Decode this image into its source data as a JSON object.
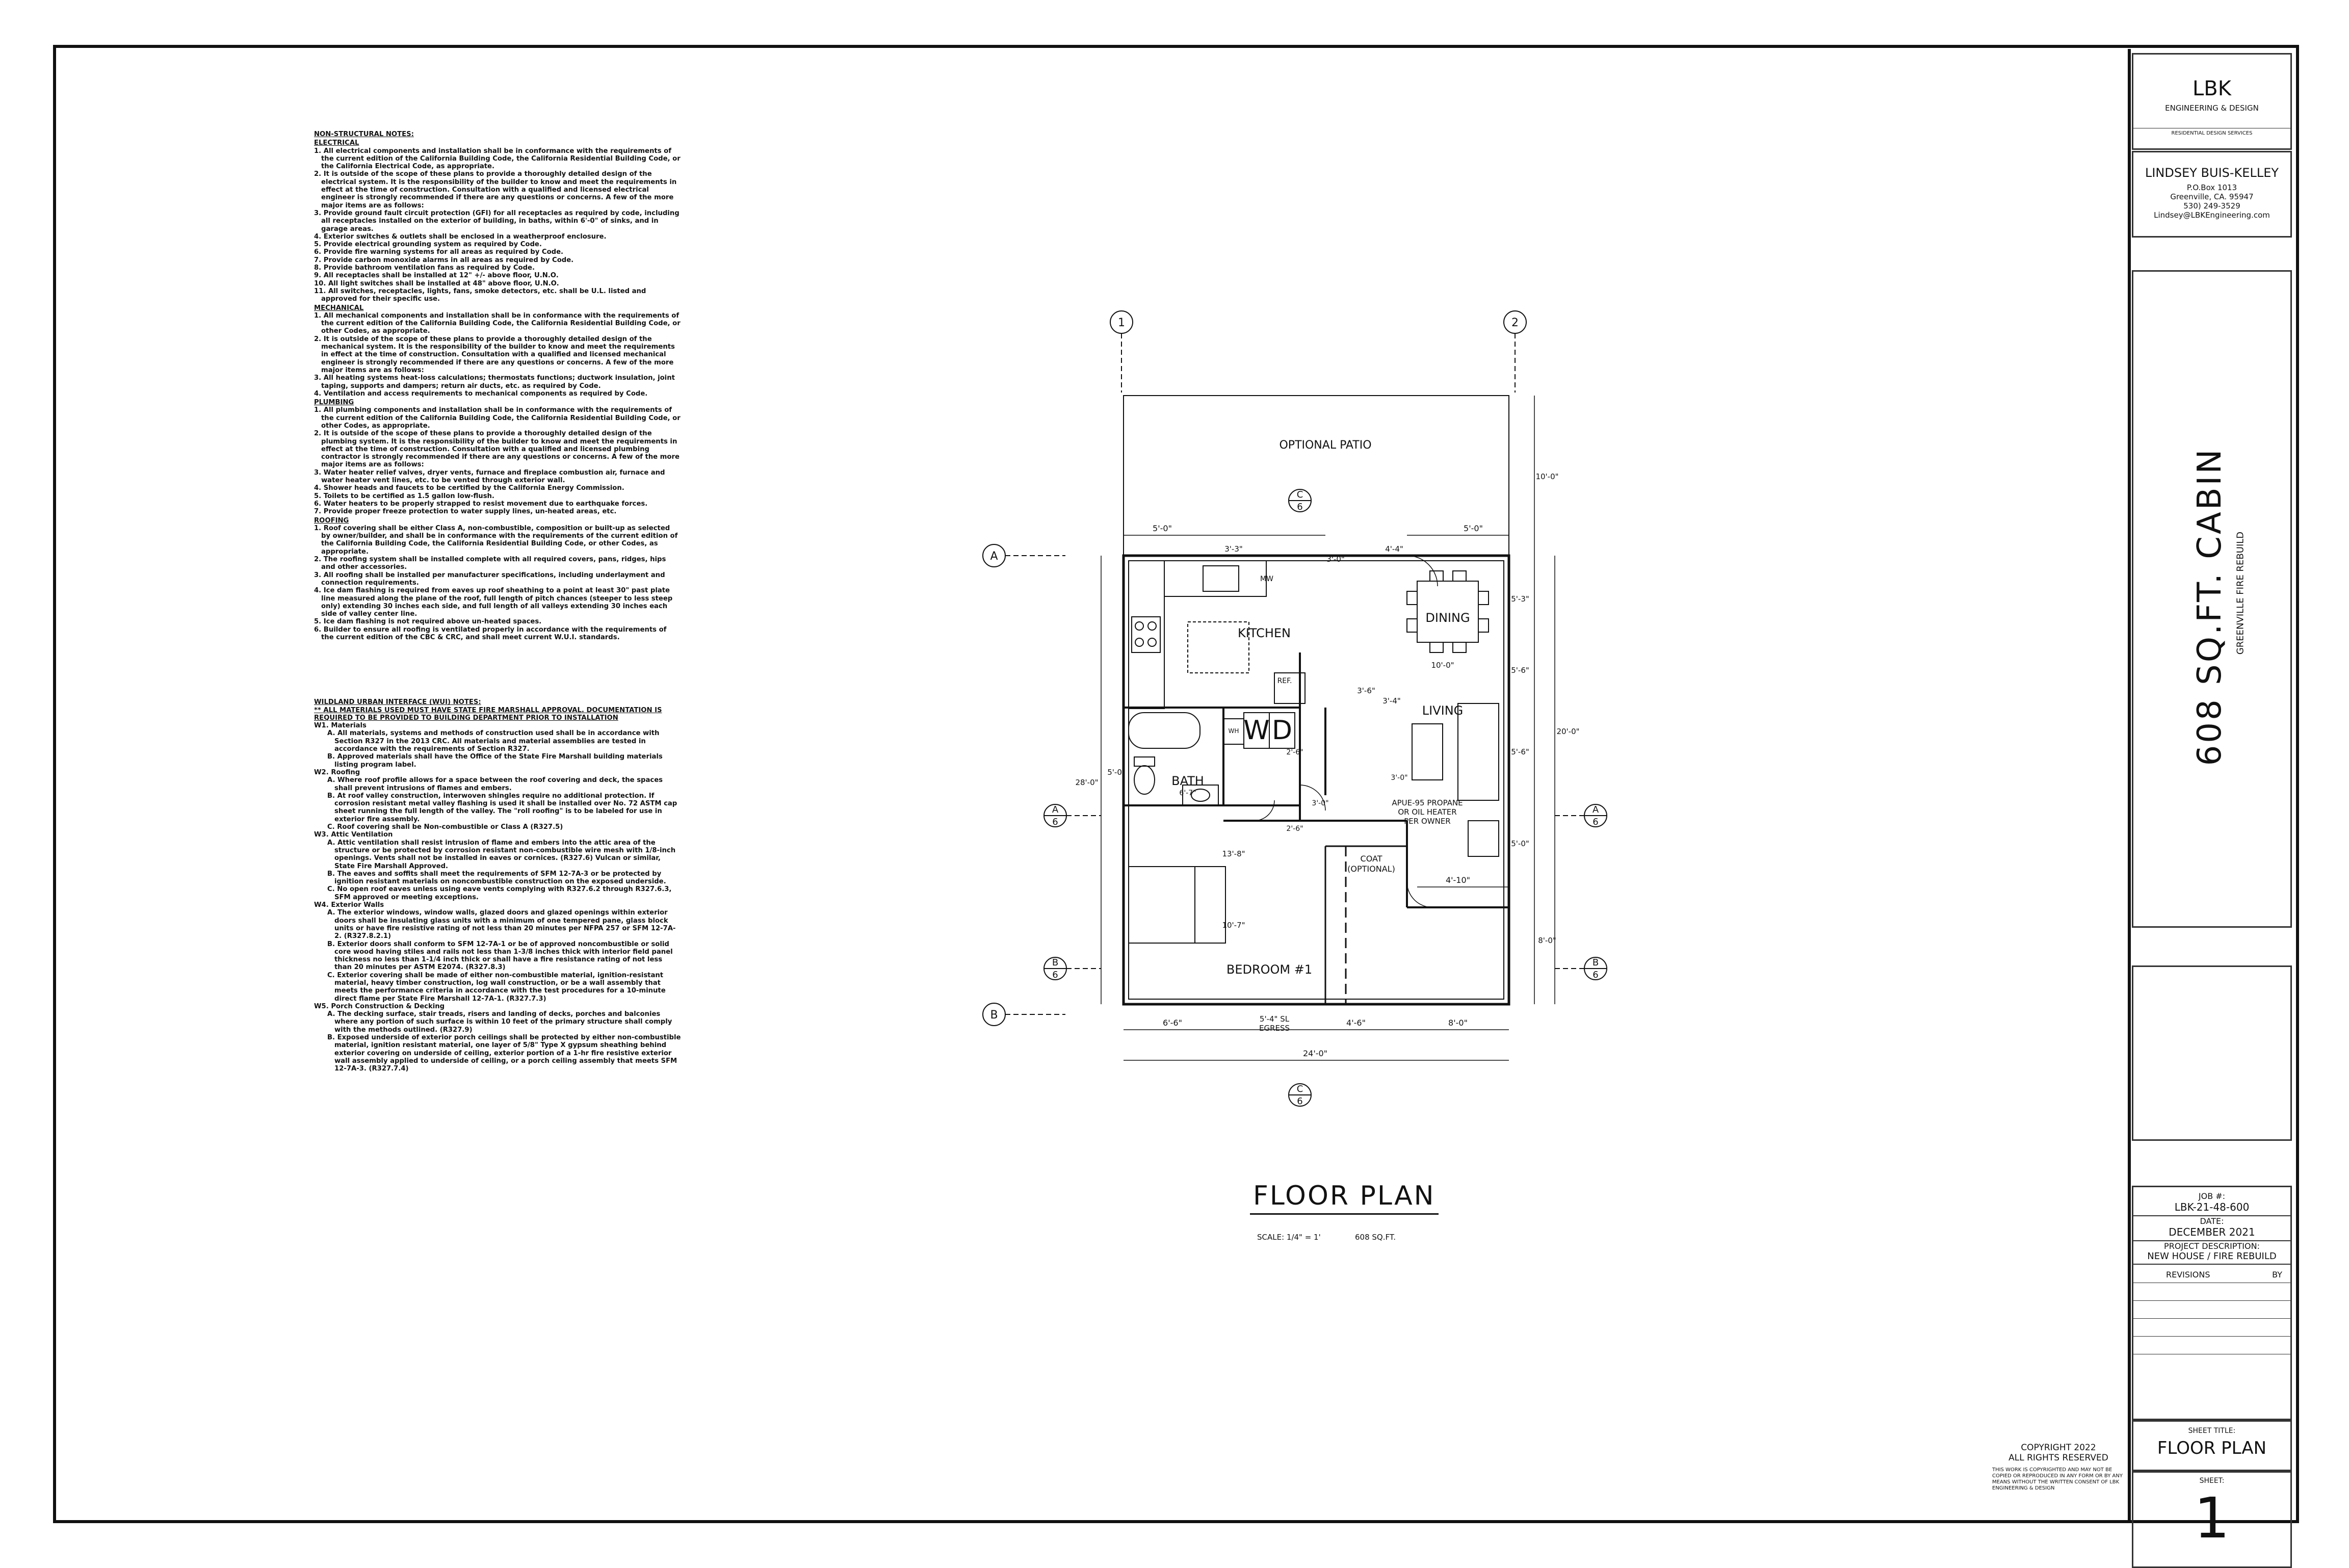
{
  "notes": {
    "title": "NON-STRUCTURAL NOTES:",
    "sections": [
      {
        "heading": "ELECTRICAL",
        "items": [
          "1. All electrical components and installation shall be in conformance with the requirements of the current edition of the California Building Code, the California Residential Building Code, or the California Electrical Code, as appropriate.",
          "2. It is outside of the scope of these plans to provide a thoroughly detailed design of the electrical system. It is the responsibility of the builder to know and meet the requirements in effect at the time of construction. Consultation with a qualified and licensed electrical engineer is strongly recommended if there are any questions or concerns. A few of the more major items are as follows:",
          "3. Provide ground fault circuit protection (GFI) for all receptacles as required by code, including all receptacles installed on the exterior of building, in baths, within 6'-0\" of sinks, and in garage areas.",
          "4. Exterior switches & outlets shall be enclosed in a weatherproof enclosure.",
          "5. Provide electrical grounding system as required by Code.",
          "6. Provide fire warning systems for all areas as required by Code.",
          "7. Provide carbon monoxide alarms in all areas as required by Code.",
          "8. Provide bathroom ventilation fans as required by Code.",
          "9. All receptacles shall be installed at 12\" +/- above floor, U.N.O.",
          "10. All light switches shall be installed at 48\" above floor, U.N.O.",
          "11. All switches, receptacles, lights, fans, smoke detectors, etc. shall be U.L. listed and approved for their specific use."
        ]
      },
      {
        "heading": "MECHANICAL",
        "items": [
          "1. All mechanical components and installation shall be in conformance with the requirements of the current edition of the California Building Code, the California Residential Building Code, or other Codes, as appropriate.",
          "2. It is outside of the scope of these plans to provide a thoroughly detailed design of the mechanical system. It is the responsibility of the builder to know and meet the requirements in effect at the time of construction. Consultation with a qualified and licensed mechanical engineer is strongly recommended if there are any questions or concerns. A few of the more major items are as follows:",
          "3. All heating systems heat-loss calculations; thermostats functions; ductwork insulation, joint taping, supports and dampers; return air ducts, etc. as required by Code.",
          "4. Ventilation and access requirements to mechanical components as required by Code."
        ]
      },
      {
        "heading": "PLUMBING",
        "items": [
          "1. All plumbing components and installation shall be in conformance with the requirements of the current edition of the California Building Code, the California Residential Building Code, or other Codes, as appropriate.",
          "2. It is outside of the scope of these plans to provide a thoroughly detailed design of the plumbing system. It is the responsibility of the builder to know and meet the requirements in effect at the time of construction. Consultation with a qualified and licensed plumbing contractor is strongly recommended if there are any questions or concerns. A few of the more major items are as follows:",
          "3. Water heater relief valves, dryer vents, furnace and fireplace combustion air, furnace and water heater vent lines, etc. to be vented through exterior wall.",
          "4. Shower heads and faucets to be certified by the California Energy Commission.",
          "5. Toilets to be certified as 1.5 gallon low-flush.",
          "6. Water heaters to be properly strapped to resist movement due to earthquake forces.",
          "7. Provide proper freeze protection to water supply lines, un-heated areas, etc."
        ]
      },
      {
        "heading": "ROOFING",
        "items": [
          "1. Roof covering shall be either Class A, non-combustible, composition or built-up as selected by owner/builder, and shall be in conformance with the requirements of the current edition of the California Building Code, the California Residential Building Code, or other Codes, as appropriate.",
          "2. The roofing system shall be installed complete with all required covers, pans, ridges, hips and other accessories.",
          "3. All roofing shall be installed per manufacturer specifications, including underlayment and connection requirements.",
          "4. Ice dam flashing is required from eaves up roof sheathing to a point at least 30\" past plate line measured along the plane of the roof, full length of pitch chances (steeper to less steep only) extending 30 inches each side, and full length of all valleys extending 30 inches each side of valley center line.",
          "5. Ice dam flashing is not required above un-heated spaces.",
          "6. Builder to ensure all roofing is ventilated properly in accordance with the requirements of the current edition of the CBC & CRC, and shall meet current W.U.I. standards."
        ]
      }
    ],
    "wui_title": "WILDLAND URBAN INTERFACE (WUI) NOTES:",
    "wui_subtitle": "** ALL MATERIALS USED MUST HAVE STATE FIRE MARSHALL APPROVAL. DOCUMENTATION IS REQUIRED TO BE PROVIDED TO BUILDING DEPARTMENT PRIOR TO INSTALLATION",
    "wui": [
      {
        "heading": "W1. Materials",
        "items": [
          "A. All materials, systems and methods of construction used shall be in accordance with Section R327 in the 2013 CRC. All materials and material assemblies are tested in accordance with the requirements of Section R327.",
          "B. Approved materials shall have the Office of the State Fire Marshall building materials listing program label."
        ]
      },
      {
        "heading": "W2. Roofing",
        "items": [
          "A. Where roof profile allows for a space between the roof covering and deck, the spaces shall prevent intrusions of flames and embers.",
          "B. At roof valley construction, interwoven shingles require no additional protection. If corrosion resistant metal valley flashing is used it shall be installed over No. 72 ASTM cap sheet running the full length of the valley. The \"roll roofing\" is to be labeled for use in exterior fire assembly.",
          "C. Roof covering shall be Non-combustible or Class A (R327.5)"
        ]
      },
      {
        "heading": "W3. Attic Ventilation",
        "items": [
          "A. Attic ventilation shall resist intrusion of flame and embers into the attic area of the structure or be protected by corrosion resistant non-combustible wire mesh with 1/8-inch openings. Vents shall not be installed in eaves or cornices. (R327.6) Vulcan or similar, State Fire Marshall Approved.",
          "B. The eaves and soffits shall meet the requirements of SFM 12-7A-3 or be protected by ignition resistant materials on noncombustible construction on the exposed underside.",
          "C. No open roof eaves unless using eave vents complying with R327.6.2 through R327.6.3, SFM approved or meeting exceptions."
        ]
      },
      {
        "heading": "W4. Exterior Walls",
        "items": [
          "A. The exterior windows, window walls, glazed doors and glazed openings within exterior doors shall be insulating glass units with a minimum of one tempered pane, glass block units or have fire resistive rating of not less than 20 minutes per NFPA 257 or SFM 12-7A-2. (R327.8.2.1)",
          "B. Exterior doors shall conform to SFM 12-7A-1 or be of approved noncombustible or solid core wood having stiles and rails not less than 1-3/8 inches thick with interior field panel thickness no less than 1-1/4 inch thick or shall have a fire resistance rating of not less than 20 minutes per ASTM E2074. (R327.8.3)",
          "C. Exterior covering shall be made of either non-combustible material, ignition-resistant material, heavy timber construction, log wall construction, or be a wall assembly that meets the performance criteria in accordance with the test procedures for a 10-minute direct flame per State Fire Marshall 12-7A-1. (R327.7.3)"
        ]
      },
      {
        "heading": "W5. Porch Construction & Decking",
        "items": [
          "A. The decking surface, stair treads, risers and landing of decks, porches and balconies where any portion of such surface is within 10 feet of the primary structure shall comply with the methods outlined. (R327.9)",
          "B. Exposed underside of exterior porch ceilings shall be protected by either non-combustible material, ignition resistant material, one layer of 5/8\" Type X gypsum sheathing behind exterior covering on underside of ceiling, exterior portion of a 1-hr fire resistive exterior wall assembly applied to underside of ceiling, or a porch ceiling assembly that meets SFM 12-7A-3. (R327.7.4)"
        ]
      }
    ]
  },
  "plan": {
    "grid_cols": [
      "1",
      "2"
    ],
    "grid_rows": [
      "A",
      "B"
    ],
    "rooms": {
      "patio": "OPTIONAL PATIO",
      "kitchen": "KITCHEN",
      "dining": "DINING",
      "living": "LIVING",
      "bath": "BATH",
      "bedroom": "BEDROOM #1",
      "coat": "COAT",
      "coat_sub": "(OPTIONAL)",
      "washer": "W",
      "dryer": "D",
      "ref": "REF.",
      "mw": "MW",
      "wh": "WH",
      "heater_1": "APUE-95 PROPANE",
      "heater_2": "OR OIL HEATER",
      "heater_3": "PER OWNER",
      "egress_1": "5'-4\" SL",
      "egress_2": "EGRESS"
    },
    "dims": {
      "top_left": "5'-0\"",
      "top_right": "5'-0\"",
      "top_a": "3'-3\"",
      "top_b": "4'-4\"",
      "door_a": "3'-0\"",
      "patio_depth": "10'-0\"",
      "right_a": "5'-3\"",
      "right_total": "20'-0\"",
      "right_b": "5'-6\"",
      "right_c": "5'-6\"",
      "right_d": "5'-0\"",
      "right_e": "8'-0\"",
      "left_a": "28'-0\"",
      "left_b": "5'-0\"",
      "bed_w": "13'-8\"",
      "bed_d": "10'-7\"",
      "bath_w": "6'-7\"",
      "liv_a": "3'-6\"",
      "din_a": "10'-0\"",
      "bot_a": "6'-6\"",
      "bot_b": "4'-6\"",
      "bot_c": "8'-0\"",
      "bot_total": "24'-0\"",
      "liv_b": "4'-10\"",
      "hall_a": "2'-6\"",
      "hall_b": "2'-6\"",
      "closet_a": "3'-0\"",
      "liv_c": "3'-4\"",
      "liv_d": "3'-0\""
    },
    "markers": [
      {
        "num": "C",
        "sheet": "6"
      },
      {
        "num": "A",
        "sheet": "6"
      },
      {
        "num": "B",
        "sheet": "6"
      }
    ],
    "title": "FLOOR PLAN",
    "scale": "SCALE: 1/4\" = 1'",
    "area": "608 SQ.FT."
  },
  "titleblock": {
    "firm": "LBK",
    "firm_sub": "ENGINEERING & DESIGN",
    "firm_tag": "RESIDENTIAL DESIGN SERVICES",
    "person": "LINDSEY BUIS-KELLEY",
    "addr1": "P.O.Box 1013",
    "addr2": "Greenville, CA. 95947",
    "phone": "530) 249-3529",
    "email": "Lindsey@LBKEngineering.com",
    "project": "608 SQ.FT. CABIN",
    "project_sub": "GREENVILLE FIRE REBUILD",
    "job_label": "JOB #:",
    "job": "LBK-21-48-600",
    "date_label": "DATE:",
    "date": "DECEMBER 2021",
    "desc_label": "PROJECT DESCRIPTION:",
    "desc": "NEW HOUSE / FIRE REBUILD",
    "rev_label": "REVISIONS",
    "by_label": "BY",
    "sheet_title_label": "SHEET TITLE:",
    "sheet_title": "FLOOR PLAN",
    "sheet_label": "SHEET:",
    "sheet": "1"
  },
  "copyright": {
    "line1": "COPYRIGHT 2022",
    "line2": "ALL RIGHTS RESERVED",
    "fine": "THIS WORK IS COPYRIGHTED AND MAY NOT BE COPIED OR REPRODUCED IN ANY FORM OR BY ANY MEANS WITHOUT THE WRITTEN CONSENT OF LBK ENGINEERING & DESIGN"
  }
}
